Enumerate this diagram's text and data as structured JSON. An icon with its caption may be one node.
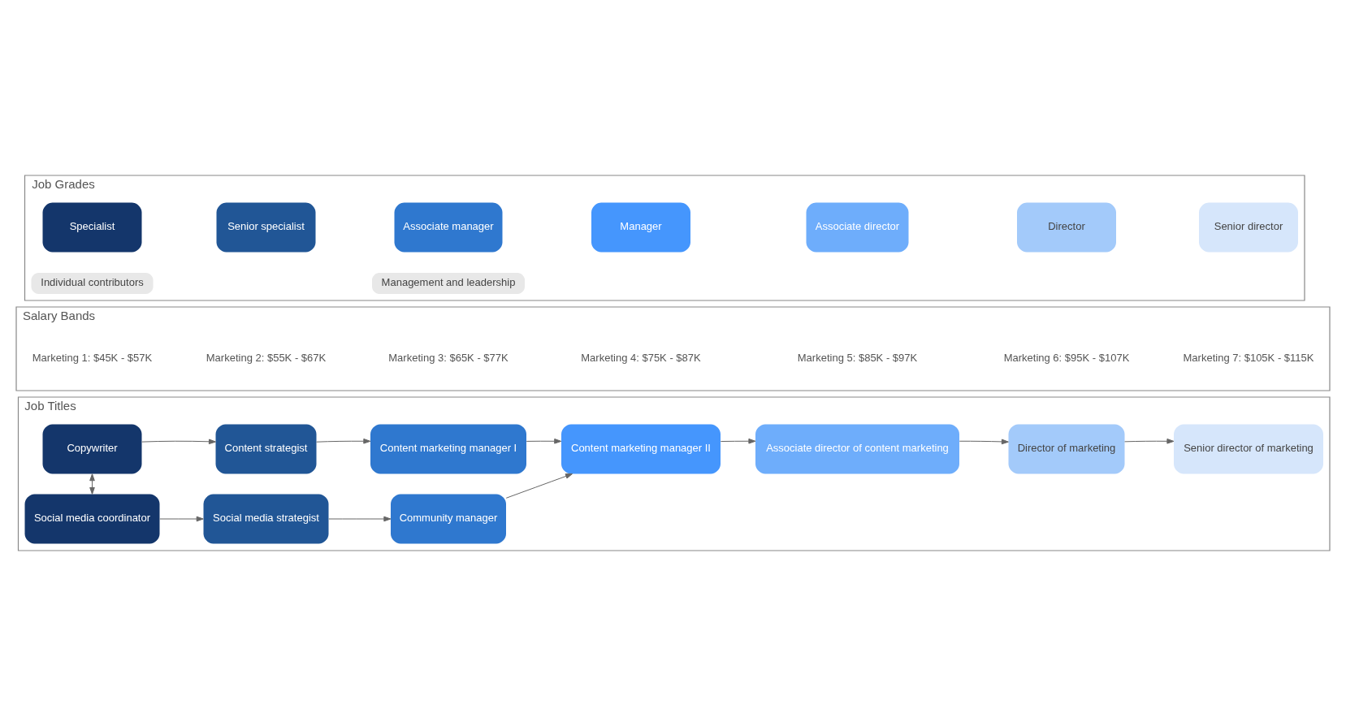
{
  "diagram": {
    "nodes": [
      {
        "text": [
          "Job Titles"
        ]
      },
      {
        "text": [
          "Copywriter"
        ],
        "in": 0
      },
      {
        "text": [
          "Content strategist"
        ],
        "in": 0
      },
      {
        "text": [
          "Content marketing manager I"
        ],
        "in": 0
      },
      {
        "text": [
          "Social media coordinator"
        ],
        "in": 0
      },
      {
        "text": [
          "Social media strategist"
        ],
        "in": 0
      },
      {
        "text": [
          "Community manager"
        ],
        "in": 0
      },
      {
        "text": [
          "Content marketing manager II"
        ],
        "in": 0
      },
      {
        "text": [
          "Associate director of content marketing"
        ],
        "in": 0
      },
      {
        "text": [
          "Director of marketing"
        ],
        "in": 0
      },
      {
        "text": [
          "Senior director of marketing"
        ],
        "in": 0
      },
      {
        "text": [
          "Salary Bands"
        ]
      },
      {
        "text": [
          "Job Grades"
        ]
      },
      {
        "text": [
          "Specialist"
        ],
        "in": 12
      },
      {
        "text": [
          "Senior specialist"
        ],
        "in": 12
      },
      {
        "text": [
          "Associate manager"
        ],
        "in": 12
      },
      {
        "text": [
          "Manager"
        ],
        "in": 12
      },
      {
        "text": [
          "Associate director"
        ],
        "in": 12
      },
      {
        "text": [
          "Director"
        ],
        "in": 12
      },
      {
        "text": [
          "Senior director"
        ],
        "in": 12
      },
      {
        "text": [
          "Individual contributors"
        ],
        "in": 12
      },
      {
        "text": [
          "Management and leadership"
        ],
        "in": 12
      }
    ],
    "edges": [
      {
        "from": 1,
        "to": 2,
        "arrow": "to"
      },
      {
        "from": 2,
        "to": 3,
        "arrow": "to"
      },
      {
        "from": 3,
        "to": 7,
        "arrow": "to"
      },
      {
        "from": 1,
        "to": 4,
        "arrow": "both"
      },
      {
        "from": 4,
        "to": 5,
        "arrow": "to"
      },
      {
        "from": 5,
        "to": 6,
        "arrow": "to"
      },
      {
        "from": 6,
        "to": 7,
        "arrow": "to"
      },
      {
        "from": 7,
        "to": 8,
        "arrow": "to"
      },
      {
        "from": 8,
        "to": 9,
        "arrow": "to"
      },
      {
        "from": 9,
        "to": 10,
        "arrow": "to"
      }
    ],
    "labels": [
      "Marketing 1: $45K - $57K",
      "Marketing 2: $55K - $67K",
      "Marketing 3: $65K - $77K",
      "Marketing 4: $75K - $87K",
      "Marketing 5: $85K - $97K",
      "Marketing 6: $95K - $107K",
      "Marketing 7: $105K - $115K"
    ]
  }
}
